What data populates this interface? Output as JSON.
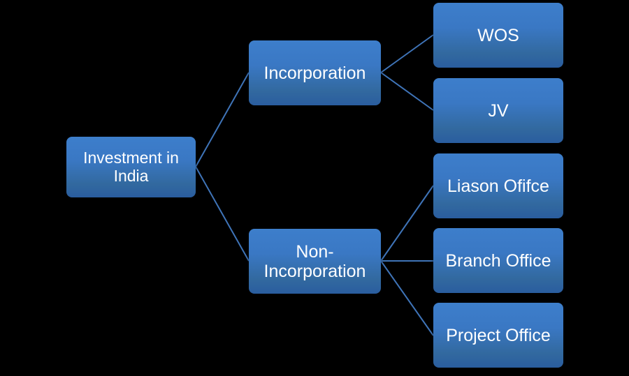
{
  "diagram": {
    "title": "Investment in India",
    "background_color": "#000000",
    "node_fill_top": "#3d7ecb",
    "node_fill_bottom": "#2a5d9f",
    "node_text_color": "#ffffff",
    "connector_color": "#3f74b8",
    "nodes": {
      "root": {
        "label": "Investment in\nIndia",
        "level": 1
      },
      "incorporation": {
        "label": "Incorporation",
        "level": 2
      },
      "non_incorporation": {
        "label": "Non-\nIncorporation",
        "level": 2
      },
      "wos": {
        "label": "WOS",
        "level": 3
      },
      "jv": {
        "label": "JV",
        "level": 3
      },
      "liason_office": {
        "label": "Liason Ofifce",
        "level": 3
      },
      "branch_office": {
        "label": "Branch Office",
        "level": 3
      },
      "project_office": {
        "label": "Project Office",
        "level": 3
      }
    },
    "edges": [
      {
        "from": "root",
        "to": "incorporation"
      },
      {
        "from": "root",
        "to": "non_incorporation"
      },
      {
        "from": "incorporation",
        "to": "wos"
      },
      {
        "from": "incorporation",
        "to": "jv"
      },
      {
        "from": "non_incorporation",
        "to": "liason_office"
      },
      {
        "from": "non_incorporation",
        "to": "branch_office"
      },
      {
        "from": "non_incorporation",
        "to": "project_office"
      }
    ]
  }
}
